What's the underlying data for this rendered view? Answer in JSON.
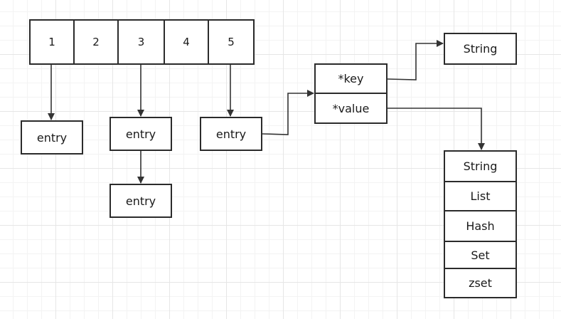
{
  "hash_table": {
    "buckets": [
      "1",
      "2",
      "3",
      "4",
      "5"
    ]
  },
  "entries": {
    "bucket1": "entry",
    "bucket3_a": "entry",
    "bucket3_b": "entry",
    "bucket5": "entry"
  },
  "pair": {
    "key": "*key",
    "value": "*value"
  },
  "key_type": "String",
  "value_types": [
    "String",
    "List",
    "Hash",
    "Set",
    "zset"
  ],
  "colors": {
    "line": "#333333",
    "border": "#2b2b2b",
    "grid": "#e6e6e6"
  }
}
